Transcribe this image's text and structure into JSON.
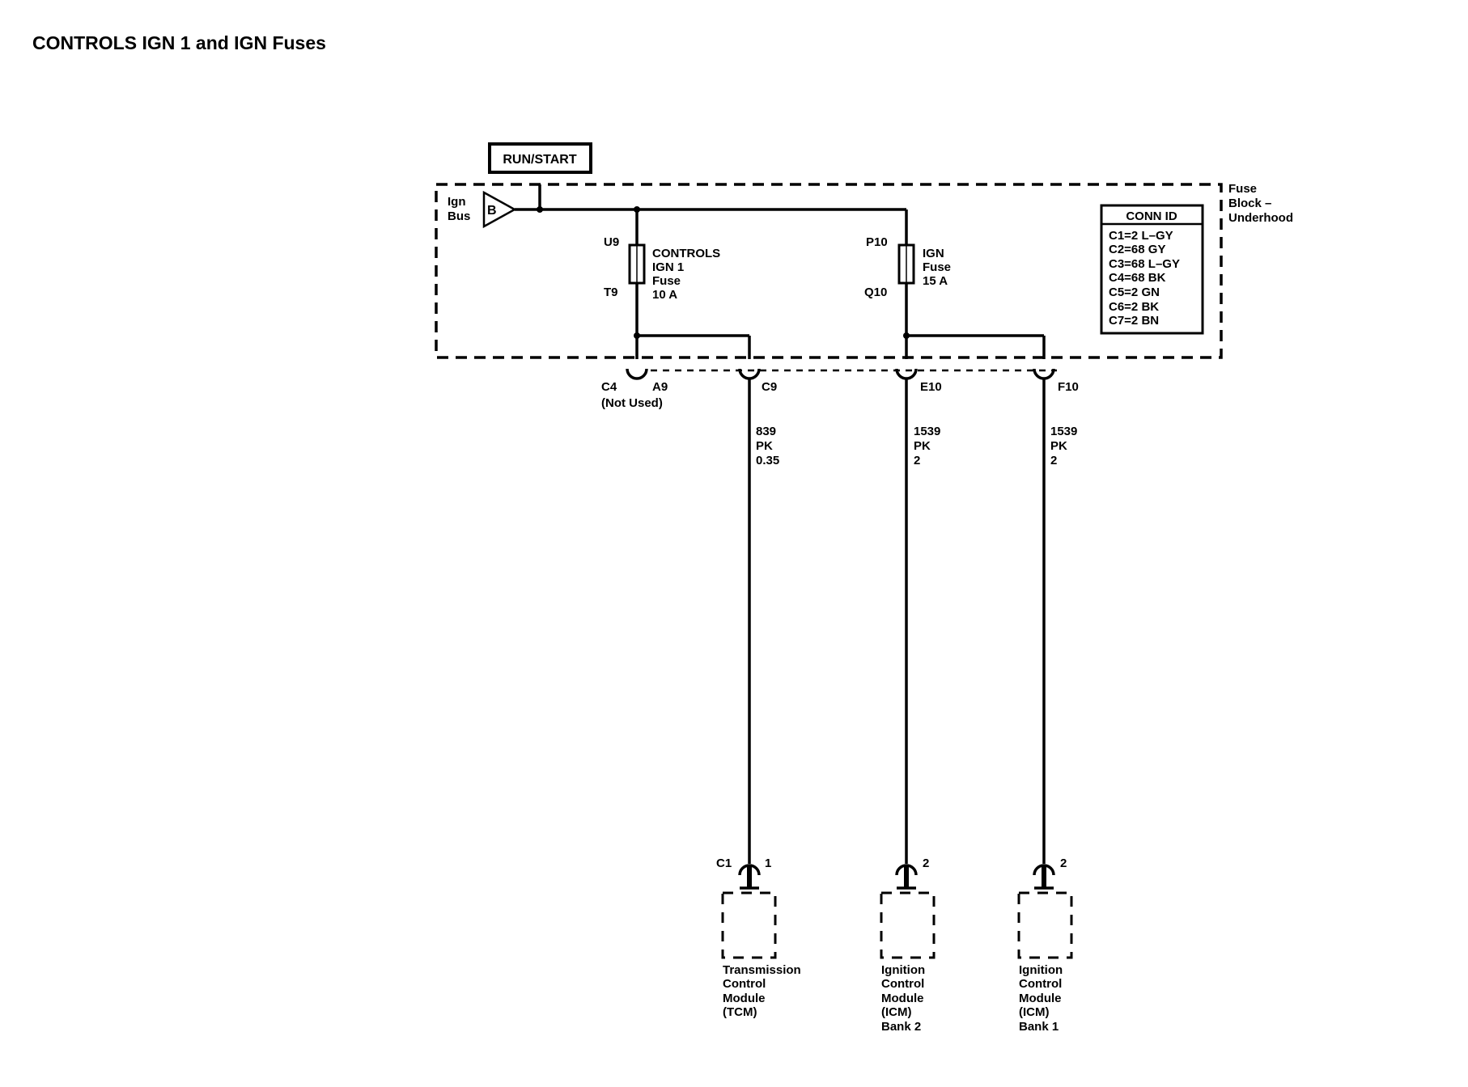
{
  "title": "CONTROLS IGN 1 and IGN Fuses",
  "run_start": "RUN/START",
  "ign_bus": {
    "line1": "Ign",
    "line2": "Bus",
    "symbol": "B"
  },
  "fuse_block": {
    "line1": "Fuse",
    "line2": "Block –",
    "line3": "Underhood"
  },
  "conn_id": {
    "header": "CONN ID",
    "rows": [
      "C1=2 L–GY",
      "C2=68 GY",
      "C3=68 L–GY",
      "C4=68 BK",
      "C5=2 GN",
      "C6=2 BK",
      "C7=2 BN"
    ]
  },
  "fuse1": {
    "top_term": "U9",
    "bottom_term": "T9",
    "line1": "CONTROLS",
    "line2": "IGN 1",
    "line3": "Fuse",
    "line4": "10 A"
  },
  "fuse2": {
    "top_term": "P10",
    "bottom_term": "Q10",
    "line1": "IGN",
    "line2": "Fuse",
    "line3": "15 A"
  },
  "connectors": {
    "c4": "C4",
    "a9": "A9",
    "not_used": "(Not Used)",
    "c9": "C9",
    "e10": "E10",
    "f10": "F10"
  },
  "wires": [
    {
      "circuit": "839",
      "color": "PK",
      "size": "0.35"
    },
    {
      "circuit": "1539",
      "color": "PK",
      "size": "2"
    },
    {
      "circuit": "1539",
      "color": "PK",
      "size": "2"
    }
  ],
  "modules": [
    {
      "conn": "C1",
      "pin": "1",
      "lines": [
        "Transmission",
        "Control",
        "Module",
        "(TCM)"
      ]
    },
    {
      "pin": "2",
      "lines": [
        "Ignition",
        "Control",
        "Module",
        "(ICM)",
        "Bank 2"
      ]
    },
    {
      "pin": "2",
      "lines": [
        "Ignition",
        "Control",
        "Module",
        "(ICM)",
        "Bank 1"
      ]
    }
  ]
}
